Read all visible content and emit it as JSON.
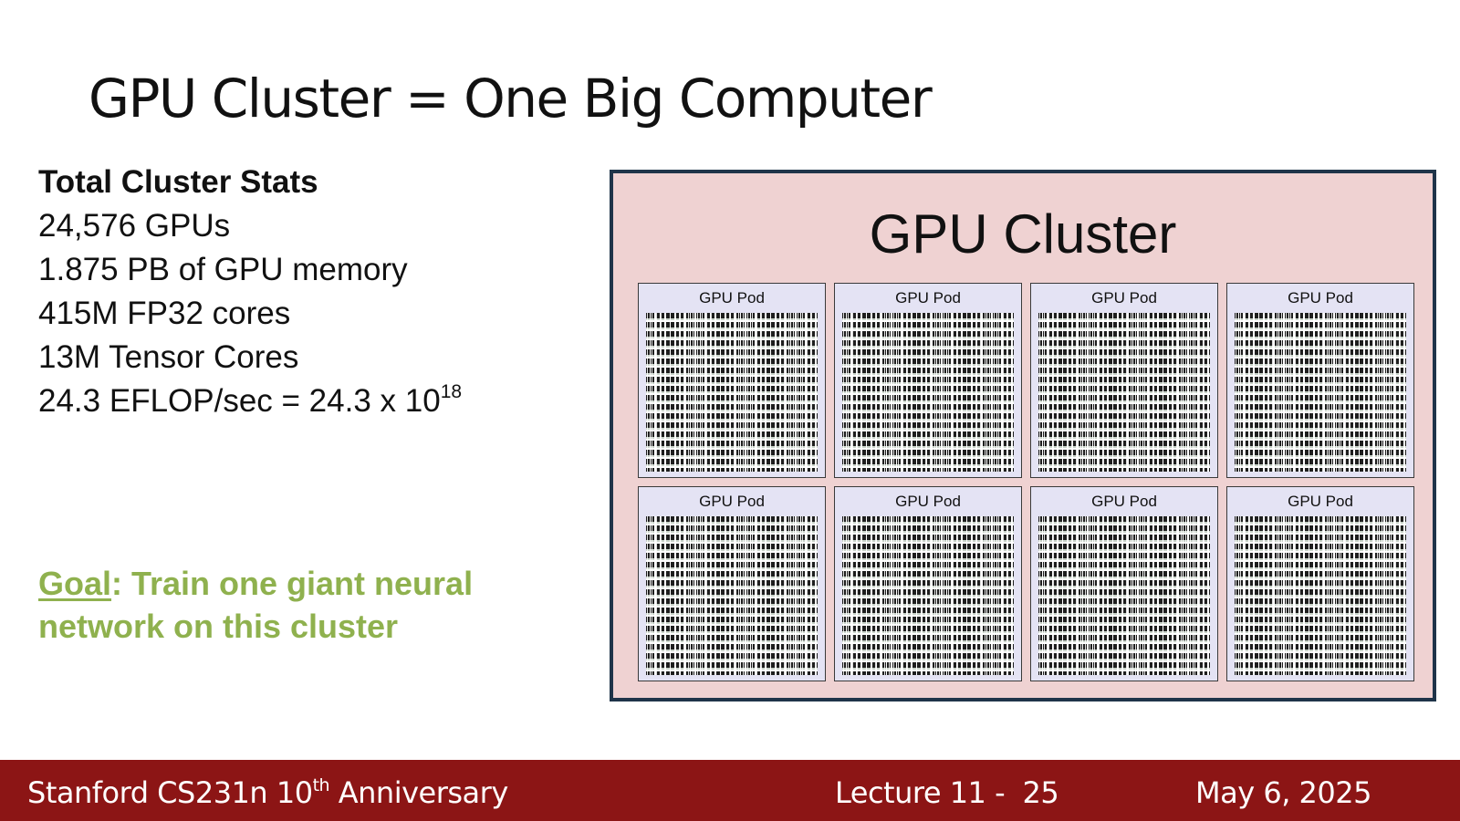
{
  "slide": {
    "title": "GPU Cluster = One Big Computer"
  },
  "stats": {
    "heading": "Total Cluster Stats",
    "gpus": "24,576 GPUs",
    "memory": "1.875 PB of GPU memory",
    "fp32_cores": "415M FP32 cores",
    "tensor_cores": "13M Tensor Cores",
    "flops_prefix": "24.3 EFLOP/sec = 24.3 x 10",
    "flops_exponent": "18"
  },
  "goal": {
    "label": "Goal",
    "text": ": Train one giant neural network on this cluster"
  },
  "cluster": {
    "title": "GPU Cluster",
    "pods": [
      {
        "label": "GPU Pod"
      },
      {
        "label": "GPU Pod"
      },
      {
        "label": "GPU Pod"
      },
      {
        "label": "GPU Pod"
      },
      {
        "label": "GPU Pod"
      },
      {
        "label": "GPU Pod"
      },
      {
        "label": "GPU Pod"
      },
      {
        "label": "GPU Pod"
      }
    ]
  },
  "footer": {
    "course_prefix": "Stanford CS231n 10",
    "course_superscript": "th",
    "course_suffix": " Anniversary",
    "lecture": "Lecture 11 -  25",
    "date": "May 6, 2025"
  },
  "colors": {
    "goal_green": "#8fb14e",
    "cluster_fill": "#efd2d2",
    "cluster_border": "#1f3449",
    "pod_fill": "#e4e3f4",
    "footer_red": "#8c1515"
  }
}
